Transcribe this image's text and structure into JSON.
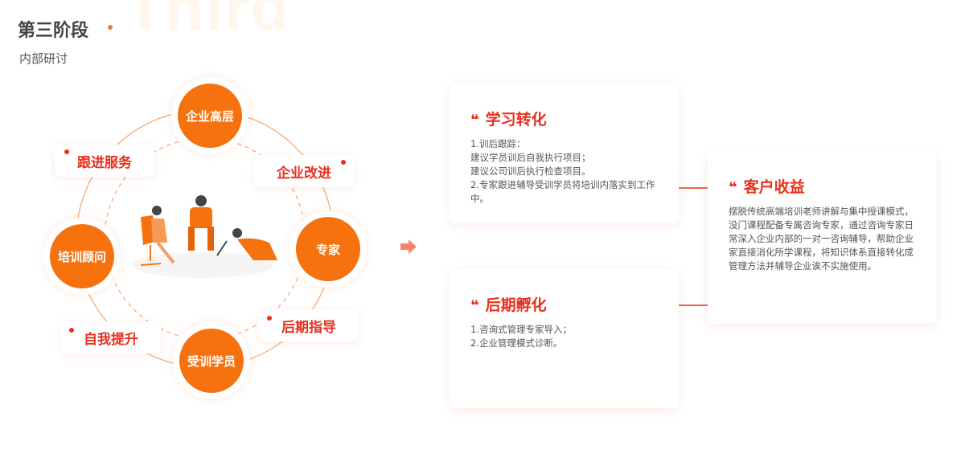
{
  "header": {
    "watermark": "Third",
    "title": "第三阶段",
    "subtitle": "内部研讨"
  },
  "cycle": {
    "nodes": [
      "企业高层",
      "专家",
      "受训学员",
      "培训顾问"
    ],
    "labels": [
      "跟进服务",
      "企业改进",
      "后期指导",
      "自我提升"
    ]
  },
  "cards": [
    {
      "title": "学习转化",
      "body": "1.训后跟踪：\n建议学员训后自我执行项目；\n建议公司训后执行检查项目。\n2.专家跟进辅导受训学员将培训内落实到工作中。"
    },
    {
      "title": "后期孵化",
      "body": "1.咨询式管理专家导入；\n2.企业管理模式诊断。"
    },
    {
      "title": "客户收益",
      "body": "摆脱传统高端培训老师讲解与集中授课模式，没门课程配备专属咨询专家，通过咨询专家日常深入企业内部的一对一咨询辅导，帮助企业家直接消化所学课程，将知识体系直接转化成管理方法并辅导企业诶不实施使用。"
    }
  ],
  "quote_mark": "❝",
  "colors": {
    "accent": "#f5720f",
    "red": "#e8301c"
  }
}
